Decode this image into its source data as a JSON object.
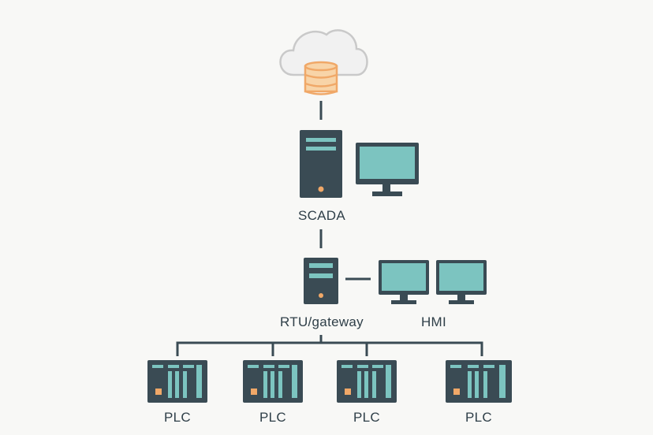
{
  "diagram": {
    "labels": {
      "scada": "SCADA",
      "rtu": "RTU/gateway",
      "hmi": "HMI",
      "plc": [
        "PLC",
        "PLC",
        "PLC",
        "PLC"
      ]
    },
    "colors": {
      "dark": "#3a4b54",
      "teal": "#7cc4c0",
      "orange": "#f0a868",
      "orange_fill": "#f8d4a8",
      "cloud": "#f1f1f1",
      "cloud_stroke": "#c9c9c9",
      "background": "#f8f8f6"
    },
    "icons": [
      "cloud-icon",
      "database-icon",
      "server-icon",
      "monitor-icon",
      "plc-icon"
    ]
  }
}
